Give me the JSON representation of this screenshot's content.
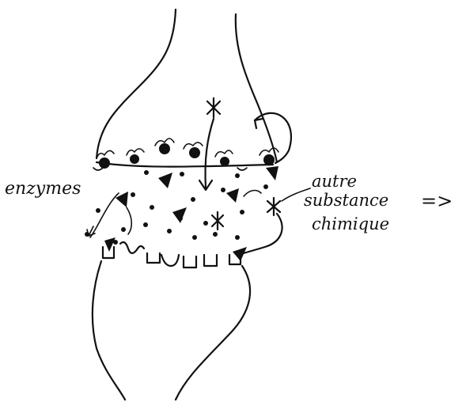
{
  "diagram": {
    "labels": {
      "enzymes": "enzymes",
      "other_substance_line1": "autre",
      "other_substance_line2": "substance",
      "other_substance_line3": "chimique",
      "output_arrow": "=>"
    }
  }
}
